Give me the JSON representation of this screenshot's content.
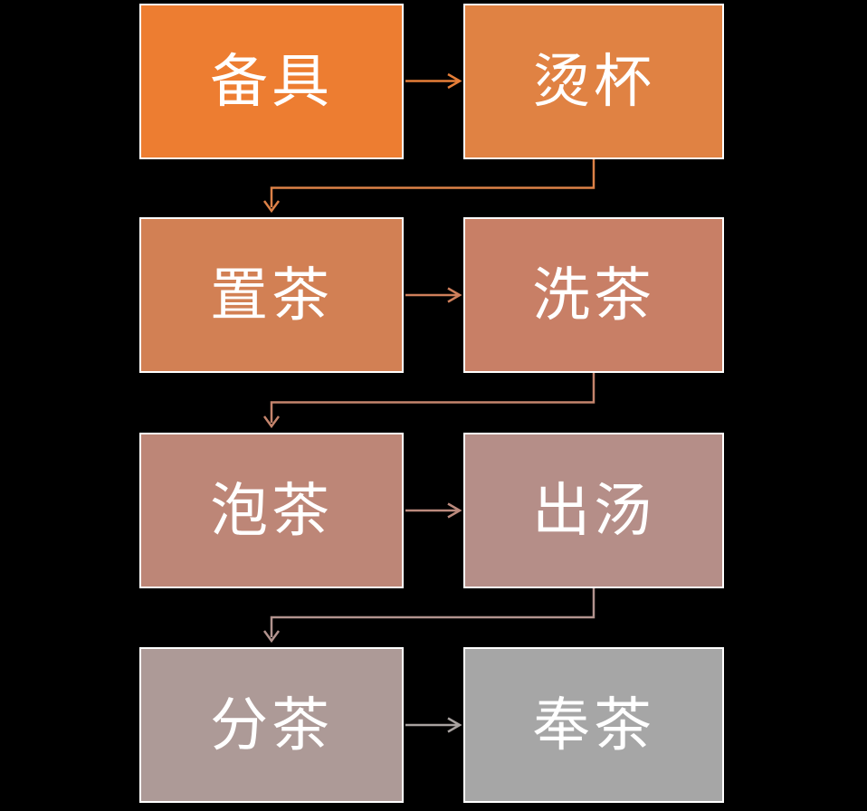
{
  "canvas": {
    "background": "#000000",
    "box_border_color": "#FFFFFF",
    "text_color": "#FFFFFF"
  },
  "flow": {
    "type": "process-flowchart",
    "nodes": [
      {
        "label": "备具",
        "fill": "#ED7D31"
      },
      {
        "label": "烫杯",
        "fill": "#E08243"
      },
      {
        "label": "置茶",
        "fill": "#D28054"
      },
      {
        "label": "洗茶",
        "fill": "#C87F66"
      },
      {
        "label": "泡茶",
        "fill": "#BD8677"
      },
      {
        "label": "出汤",
        "fill": "#B58E88"
      },
      {
        "label": "分茶",
        "fill": "#AD9A97"
      },
      {
        "label": "奉茶",
        "fill": "#A6A6A6"
      }
    ],
    "connectors": [
      {
        "from": "备具",
        "to": "烫杯",
        "type": "straight-arrow",
        "color": "#E67E38"
      },
      {
        "from": "烫杯",
        "to": "置茶",
        "type": "elbow-arrow",
        "color": "#DC8147"
      },
      {
        "from": "置茶",
        "to": "洗茶",
        "type": "straight-arrow",
        "color": "#CF7F5B"
      },
      {
        "from": "洗茶",
        "to": "泡茶",
        "type": "elbow-arrow",
        "color": "#C4846C"
      },
      {
        "from": "泡茶",
        "to": "出汤",
        "type": "straight-arrow",
        "color": "#BB8A7D"
      },
      {
        "from": "出汤",
        "to": "分茶",
        "type": "elbow-arrow",
        "color": "#B2938E"
      },
      {
        "from": "分茶",
        "to": "奉茶",
        "type": "straight-arrow",
        "color": "#A8A2A0"
      }
    ]
  }
}
